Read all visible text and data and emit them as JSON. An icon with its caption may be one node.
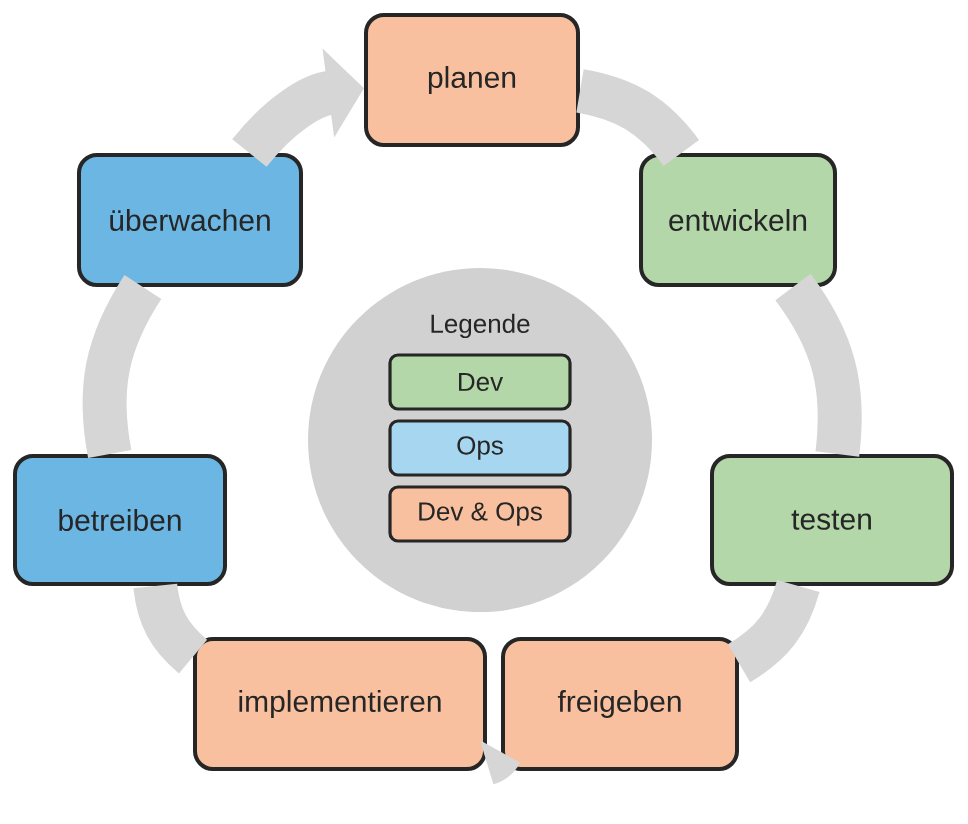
{
  "diagram": {
    "nodes": [
      {
        "text": [
          "planen"
        ]
      },
      {
        "text": [
          "entwickeln"
        ]
      },
      {
        "text": [
          "testen"
        ]
      },
      {
        "text": [
          "freigeben"
        ]
      },
      {
        "text": [
          "implementieren"
        ]
      },
      {
        "text": [
          "betreiben"
        ]
      },
      {
        "text": [
          "überwachen"
        ]
      }
    ],
    "edges": [
      {
        "from": 0,
        "to": 1,
        "arrow": "none"
      },
      {
        "from": 1,
        "to": 2,
        "arrow": "none"
      },
      {
        "from": 2,
        "to": 3,
        "arrow": "none"
      },
      {
        "from": 3,
        "to": 4,
        "arrow": "none"
      },
      {
        "from": 4,
        "to": 5,
        "arrow": "none"
      },
      {
        "from": 5,
        "to": 6,
        "arrow": "none"
      },
      {
        "from": 6,
        "to": 0,
        "arrow": "to"
      }
    ],
    "labels": [
      "Legende"
    ],
    "legend": [
      {
        "text": "Dev",
        "color": "#b3d7a8"
      },
      {
        "text": "Ops",
        "color": "#a6d6f0"
      },
      {
        "text": "Dev & Ops",
        "color": "#f8c09f"
      }
    ]
  }
}
